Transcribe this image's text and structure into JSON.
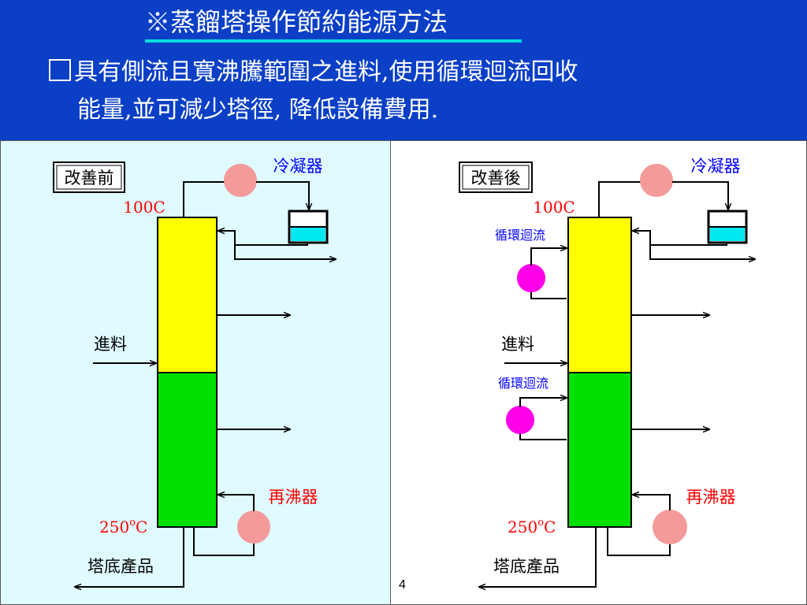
{
  "header": {
    "title": "※蒸餾塔操作節約能源方法",
    "bullet_line_1": "具有側流且寬沸騰範圍之進料,使用循環迴流回收",
    "bullet_line_2": "能量,並可減少塔徑, 降低設備費用."
  },
  "left_panel": {
    "label": "改善前",
    "condenser_label": "冷凝器",
    "top_temp": "100C",
    "feed_label": "進料",
    "reboiler_label": "再沸器",
    "bottom_temp_value": "250",
    "bottom_temp_degree": "o",
    "bottom_temp_unit": "C",
    "bottom_product_label": "塔底產品"
  },
  "right_panel": {
    "label": "改善後",
    "condenser_label": "冷凝器",
    "top_temp": "100C",
    "pumparound_upper_label": "循環迴流",
    "feed_label": "進料",
    "pumparound_lower_label": "循環迴流",
    "reboiler_label": "再沸器",
    "bottom_temp_value": "250",
    "bottom_temp_degree": "o",
    "bottom_temp_unit": "C",
    "bottom_product_label": "塔底產品"
  },
  "colors": {
    "header_bg": "#0a3fc6",
    "column_top": "#ffff00",
    "column_bottom": "#00e000",
    "exchanger": "#f49a9a",
    "pumparound": "#ff00e8",
    "drum_liquid": "#00e8f0",
    "label_blue": "#0000ff",
    "label_red": "#ff0000"
  },
  "page_number": "4"
}
